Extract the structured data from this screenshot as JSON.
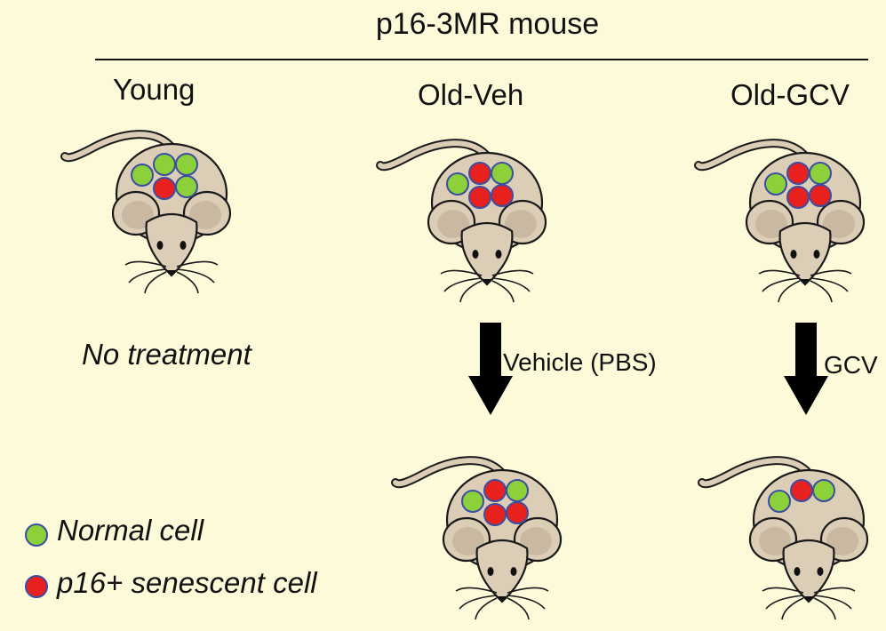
{
  "title": "p16-3MR mouse",
  "groups": {
    "young": "Young",
    "old_veh": "Old-Veh",
    "old_gcv": "Old-GCV"
  },
  "young_note": "No treatment",
  "treatments": {
    "vehicle": "Vehicle (PBS)",
    "gcv": "GCV"
  },
  "legend": {
    "normal": "Normal cell",
    "senescent": "p16+ senescent cell"
  },
  "colors": {
    "background": "#fdfad9",
    "mouse_body": "#dccdb6",
    "mouse_outline": "#1a1a1a",
    "normal_cell": "#8cd13a",
    "senescent_cell": "#e8211f",
    "cell_outline": "#3b4ea0",
    "arrow": "#000000"
  },
  "mice": [
    {
      "id": "young",
      "cells": [
        "N",
        "N",
        "N",
        "S",
        "N"
      ]
    },
    {
      "id": "old-veh-before",
      "cells": [
        "N",
        "S",
        "N",
        "S",
        "S"
      ]
    },
    {
      "id": "old-gcv-before",
      "cells": [
        "N",
        "S",
        "N",
        "S",
        "S"
      ]
    },
    {
      "id": "old-veh-after",
      "cells": [
        "N",
        "S",
        "N",
        "S",
        "S"
      ]
    },
    {
      "id": "old-gcv-after",
      "cells": [
        "N",
        "S",
        "N"
      ]
    }
  ]
}
